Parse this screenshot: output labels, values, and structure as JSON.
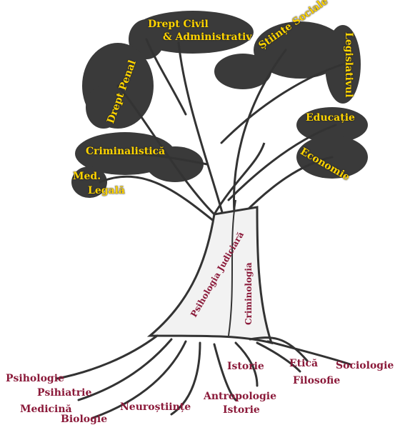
{
  "diagram": {
    "crown_labels": [
      {
        "text": "Drept Civil"
      },
      {
        "text": "& Administrativ"
      },
      {
        "text": "Științe Sociale"
      },
      {
        "text": "Legislativul"
      },
      {
        "text": "Drept Penal"
      },
      {
        "text": "Educație"
      },
      {
        "text": "Criminalistică"
      },
      {
        "text": "Economie"
      },
      {
        "text": "Med."
      },
      {
        "text": "Legală"
      }
    ],
    "trunk_labels": [
      {
        "text": "Psihologia Judiciară"
      },
      {
        "text": "Criminologia"
      }
    ],
    "root_labels": [
      {
        "text": "Psihologie"
      },
      {
        "text": "Psihiatrie"
      },
      {
        "text": "Medicină"
      },
      {
        "text": "Biologie"
      },
      {
        "text": "Neuroștiințe"
      },
      {
        "text": "Antropologie"
      },
      {
        "text": "Istorie"
      },
      {
        "text": "Istorie"
      },
      {
        "text": "Etică"
      },
      {
        "text": "Filosofie"
      },
      {
        "text": "Sociologie"
      }
    ],
    "colors": {
      "crown_text": "#ffd400",
      "root_text": "#8b1a3a",
      "foliage": "#3a3a3a",
      "trunk": "#f2f2f2",
      "outline": "#333333"
    }
  }
}
